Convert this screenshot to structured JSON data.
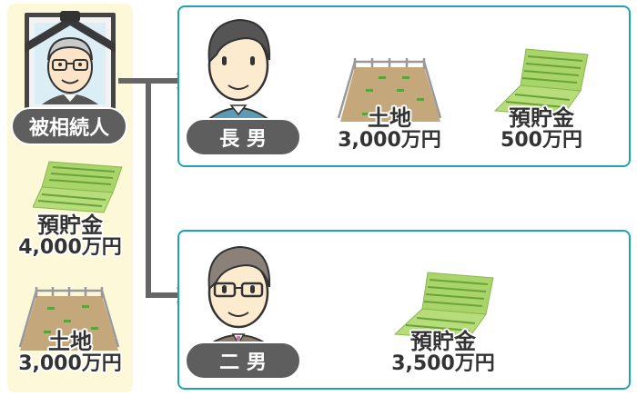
{
  "decedent": {
    "label": "被相続人",
    "assets": [
      {
        "type": "預貯金",
        "amount": "4,000万円"
      },
      {
        "type": "土地",
        "amount": "3,000万円"
      }
    ]
  },
  "heirs": [
    {
      "label": "長 男",
      "assets": [
        {
          "type": "土地",
          "amount": "3,000万円"
        },
        {
          "type": "預貯金",
          "amount": "500万円"
        }
      ]
    },
    {
      "label": "二 男",
      "assets": [
        {
          "type": "預貯金",
          "amount": "3,500万円"
        }
      ]
    }
  ],
  "colors": {
    "left_panel_bg": "#fdf8d8",
    "box_border": "#1ea3b4",
    "pill_bg": "#5e5e5e",
    "arrow": "#666666",
    "land": "#c4a77a",
    "bankbook": "#9ccc5a"
  }
}
